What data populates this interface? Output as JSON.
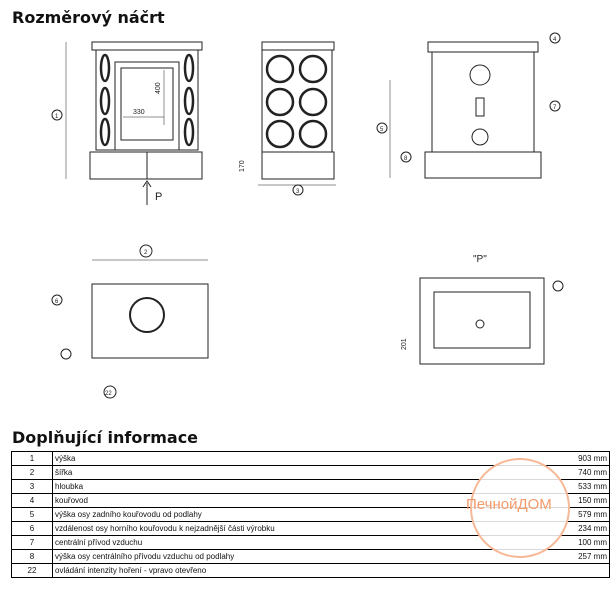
{
  "section1_title": "Rozměrový náčrt",
  "section2_title": "Doplňující informace",
  "drawing_labels": {
    "d400": "400",
    "d330": "330",
    "d170": "170",
    "d201": "201",
    "p_arrow": "P",
    "p_view": "\"P\"",
    "c1": "1",
    "c2": "2",
    "c3": "3",
    "c4": "4",
    "c5": "5",
    "c6": "6",
    "c7": "7",
    "c8": "8",
    "c22": "22"
  },
  "table": [
    {
      "n": "1",
      "label": "výška",
      "value": "903 mm"
    },
    {
      "n": "2",
      "label": "šířka",
      "value": "740 mm"
    },
    {
      "n": "3",
      "label": "hloubka",
      "value": "533 mm"
    },
    {
      "n": "4",
      "label": "kouřovod",
      "value": "150 mm"
    },
    {
      "n": "5",
      "label": "výška osy zadního kouřovodu od podlahy",
      "value": "579 mm"
    },
    {
      "n": "6",
      "label": "vzdálenost osy horního kouřovodu k nejzadnější části výrobku",
      "value": "234 mm"
    },
    {
      "n": "7",
      "label": "centrální přívod vzduchu",
      "value": "100 mm"
    },
    {
      "n": "8",
      "label": "výška osy centrálního přívodu vzduchu od podlahy",
      "value": "257 mm"
    },
    {
      "n": "22",
      "label": "ovládání intenzity hoření - vpravo otevřeno",
      "value": ""
    }
  ],
  "watermark": "ПечнойДОМ"
}
